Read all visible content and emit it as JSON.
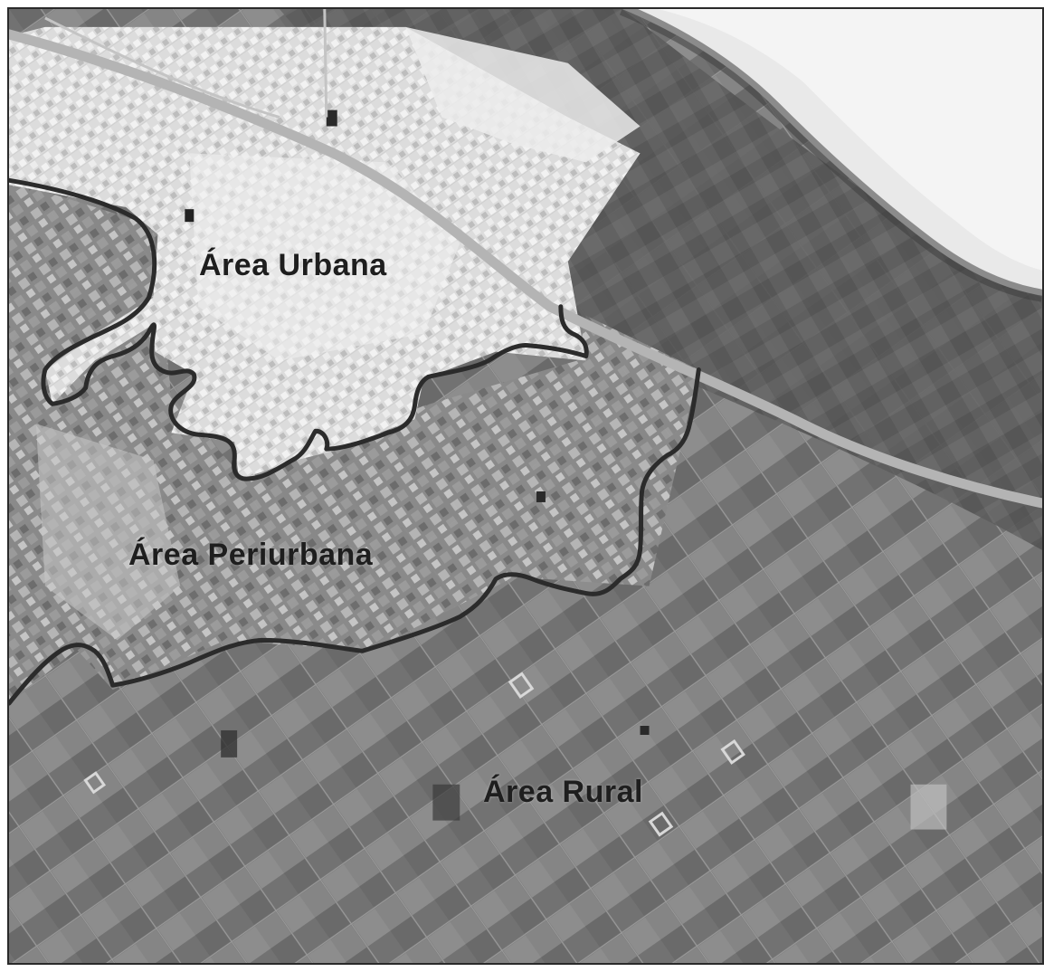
{
  "map": {
    "labels": {
      "urban": "Área Urbana",
      "periurban": "Área Periurbana",
      "rural": "Área Rural"
    },
    "colors": {
      "boundary": "#2b2b2b",
      "road": "#b4b4b4",
      "river": "#eaeaea",
      "urban_fabric": "#e2e2e2",
      "fields_dark": "#5a5a5a",
      "fields_light": "#9a9a9a"
    },
    "icons": {
      "boundary_line": "zone-boundary-line",
      "highway": "highway-line"
    }
  }
}
